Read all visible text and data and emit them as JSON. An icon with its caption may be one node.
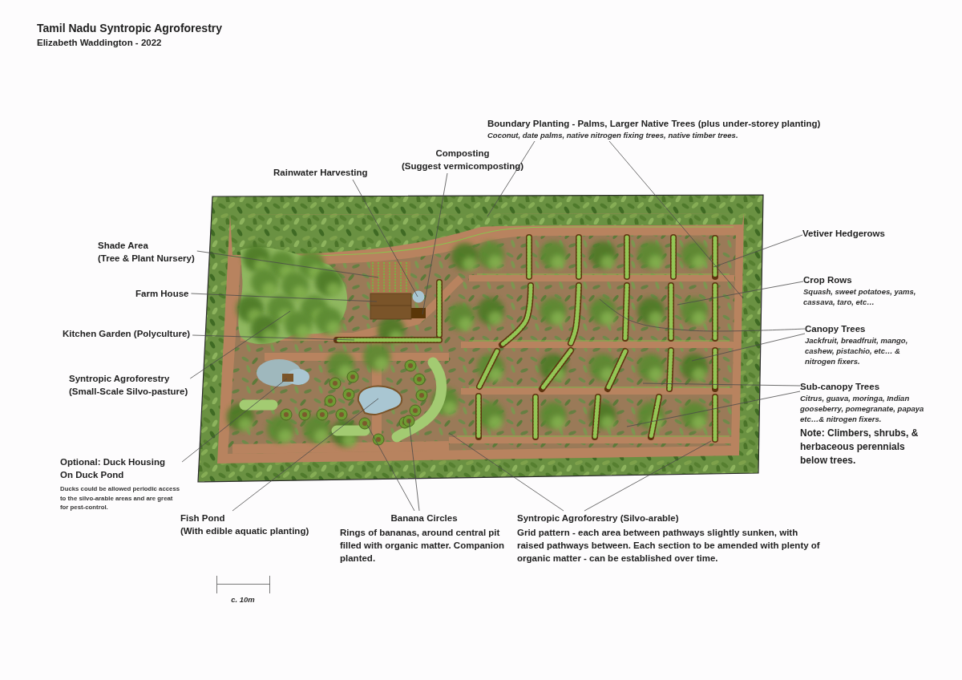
{
  "diagram": {
    "title": "Tamil Nadu Syntropic Agroforestry",
    "nodes": [
      {
        "text": [
          "Boundary Planting - Palms, Larger Native Trees (plus under-storey planting)",
          "Coconut, date palms, native nitrogen fixing trees, native timber trees."
        ]
      },
      {
        "text": [
          "Composting",
          "(Suggest vermicomposting)"
        ]
      },
      {
        "text": [
          "Rainwater Harvesting"
        ]
      },
      {
        "text": [
          "Shade Area",
          "(Tree & Plant Nursery)"
        ]
      },
      {
        "text": [
          "Vetiver Hedgerows"
        ]
      },
      {
        "text": [
          "Farm House"
        ]
      },
      {
        "text": [
          "Crop Rows",
          "Squash, sweet potatoes, yams, cassava, taro, etc…"
        ]
      },
      {
        "text": [
          "Kitchen Garden (Polyculture)"
        ]
      },
      {
        "text": [
          "Canopy Trees",
          "Jackfruit, breadfruit, mango, cashew, pistachio, etc… & nitrogen fixers."
        ]
      },
      {
        "text": [
          "Syntropic Agroforestry",
          "(Small-Scale Silvo-pasture)"
        ]
      },
      {
        "text": [
          "Sub-canopy Trees",
          "Citrus, guava, moringa, Indian gooseberry, pomegranate, papaya etc…& nitrogen fixers."
        ]
      },
      {
        "text": [
          "Optional: Duck Housing On Duck Pond",
          "Ducks could be allowed periodic access to the silvo-arable areas and are great for pest-control."
        ]
      },
      {
        "text": [
          "Fish Pond",
          "(With edible aquatic planting)"
        ]
      },
      {
        "text": [
          "Banana Circles",
          "Rings of bananas, around central pit filled with organic matter. Companion planted."
        ]
      },
      {
        "text": [
          "Syntropic Agroforestry (Silvo-arable)",
          "Grid pattern - each area between pathways slightly sunken, with raised pathways between. Each section to be amended with plenty of organic matter - can be established over time."
        ]
      }
    ],
    "edges": [
      {
        "from": 0,
        "to": null,
        "arrow": "none"
      },
      {
        "from": 0,
        "to": null,
        "arrow": "none"
      },
      {
        "from": 1,
        "to": null,
        "arrow": "none"
      },
      {
        "from": 2,
        "to": null,
        "arrow": "none"
      },
      {
        "from": 3,
        "to": null,
        "arrow": "none"
      },
      {
        "from": 4,
        "to": null,
        "arrow": "none"
      },
      {
        "from": 5,
        "to": null,
        "arrow": "none"
      },
      {
        "from": 6,
        "to": null,
        "arrow": "none"
      },
      {
        "from": 7,
        "to": null,
        "arrow": "none"
      },
      {
        "from": 8,
        "to": null,
        "arrow": "none"
      },
      {
        "from": 8,
        "to": null,
        "arrow": "none"
      },
      {
        "from": 9,
        "to": null,
        "arrow": "none"
      },
      {
        "from": 10,
        "to": null,
        "arrow": "none"
      },
      {
        "from": 10,
        "to": null,
        "arrow": "none"
      },
      {
        "from": 11,
        "to": null,
        "arrow": "none"
      },
      {
        "from": 12,
        "to": null,
        "arrow": "none"
      },
      {
        "from": 13,
        "to": null,
        "arrow": "none"
      },
      {
        "from": 13,
        "to": null,
        "arrow": "none"
      },
      {
        "from": 14,
        "to": null,
        "arrow": "none"
      },
      {
        "from": 14,
        "to": null,
        "arrow": "none"
      }
    ],
    "labels": [
      "Elizabeth Waddington - 2022",
      "Note: Climbers, shrubs, & herbaceous perennials below trees.",
      "c. 10m"
    ]
  }
}
